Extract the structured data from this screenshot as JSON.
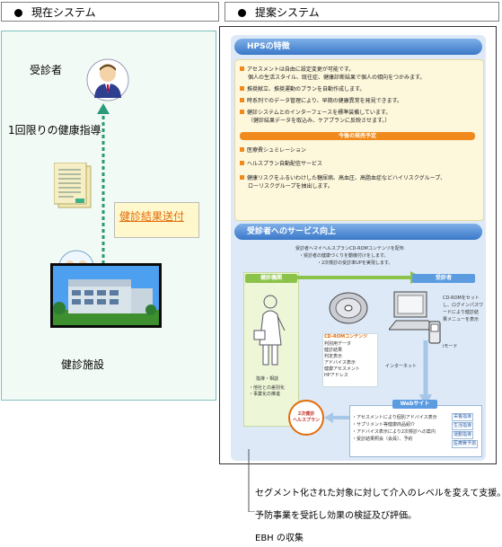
{
  "headers": {
    "current": "現在システム",
    "proposed": "提案システム"
  },
  "left": {
    "patient_label": "受診者",
    "guidance": "1回限りの健康指導",
    "send_results": "健診結果送付",
    "facility_label": "健診施設"
  },
  "right": {
    "hps_title": "HPSの特徴",
    "hps_points": [
      "アセスメントは自由に設定変更が可能です。",
      "個人の生活スタイル、既往症、健康診断結果で個人の傾向をつかみます。",
      "推奨献立、推奨運動のプランを自動作成します。",
      "時系列でのデータ管理により、早期の健康異常を発見できます。",
      "健診システムとのインターフェースを標準装備しています。",
      "（健診結果データを取込み、ケアプランに反映させます。）"
    ],
    "future_title": "今後の発売予定",
    "future_points": [
      "医療費シュミレーション",
      "ヘルスプラン自動配信サービス",
      "健康リスクをふるいわけした糖尿病、高血圧、高脂血症などハイリスクグループ、",
      "ローリスクグループを抽出します。"
    ],
    "service_title": "受診者へのサービス向上",
    "service_intro": [
      "受診者へマイヘルスプランCD-ROMコンテンツを配布",
      "・受診者の健康づくりを動機付けをします。",
      "・2次検診の受診率UPを実現します。"
    ],
    "facility_box": "健診機関",
    "patient_box": "受診者",
    "cd_title": "CD-ROMコンテンツ",
    "cd_items": [
      "判別用データ",
      "健診結果",
      "判定表示",
      "アドバイス表示",
      "健康アセスメント",
      "HPアドレス"
    ],
    "facility_notes": [
      "指導・相談",
      "・他社との差別化",
      "・事業化の推進"
    ],
    "patient_notes": [
      "CD-ROMをセット",
      "し、ログインパスワ",
      "ードにより健診結",
      "果メニューを表示"
    ],
    "imode": "iモード",
    "internet": "インターネット",
    "health_plan": "2次健診\nヘルスプラン",
    "website": "Webサイト",
    "web_items": [
      "・アセスメントにより個別アドバイス表示",
      "・サプリメント等健康商品紹介",
      "・アドバイス表示により2次検診への案内",
      "・受診結果照会（会員）、予約"
    ],
    "web_buttons": [
      "栄養指導",
      "生活指導",
      "運動指導",
      "医療費予測"
    ]
  },
  "notes": {
    "line1": "セグメント化された対象に対して介入のレベルを変えて支援。",
    "line2": "予防事業を受託し効果の検証及び評価。",
    "line3": "EBH の収集"
  }
}
